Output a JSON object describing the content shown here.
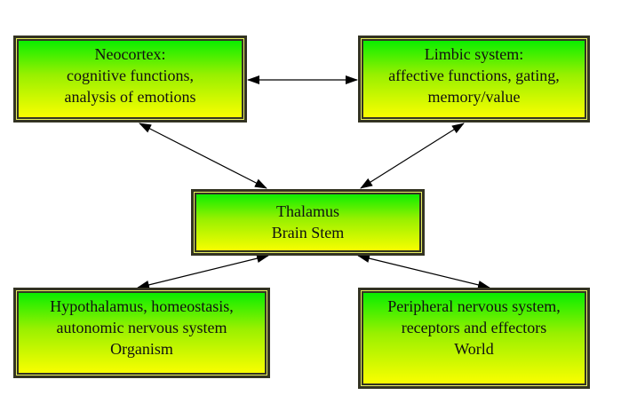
{
  "diagram": {
    "nodes": {
      "neocortex": {
        "lines": [
          "Neocortex:",
          "cognitive functions,",
          "analysis of emotions"
        ]
      },
      "limbic": {
        "lines": [
          "Limbic system:",
          "affective functions, gating,",
          "memory/value"
        ]
      },
      "thalamus": {
        "lines": [
          "Thalamus",
          "Brain Stem"
        ]
      },
      "hypothalamus": {
        "lines": [
          "Hypothalamus, homeostasis,",
          "autonomic nervous system",
          "Organism"
        ]
      },
      "peripheral": {
        "lines": [
          "Peripheral nervous system,",
          "receptors and effectors",
          "World"
        ]
      }
    },
    "edges": [
      {
        "from": "neocortex",
        "to": "limbic",
        "direction": "bidirectional"
      },
      {
        "from": "neocortex",
        "to": "thalamus",
        "direction": "bidirectional"
      },
      {
        "from": "limbic",
        "to": "thalamus",
        "direction": "bidirectional"
      },
      {
        "from": "thalamus",
        "to": "hypothalamus",
        "direction": "bidirectional"
      },
      {
        "from": "thalamus",
        "to": "peripheral",
        "direction": "bidirectional"
      }
    ],
    "colors": {
      "gradient_top": "#00ee00",
      "gradient_bottom": "#ffff00",
      "border": "#333322",
      "text": "#111111",
      "arrow": "#000000"
    }
  }
}
